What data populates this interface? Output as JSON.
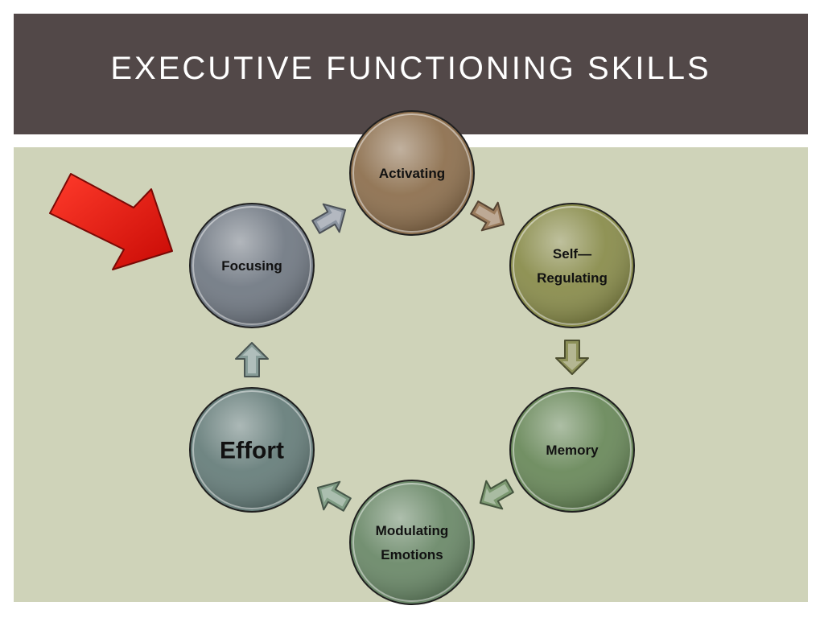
{
  "slide": {
    "title": "EXECUTIVE FUNCTIONING SKILLS"
  },
  "colors": {
    "title_bar": "#524848",
    "content_bg": "#cfd3b9",
    "pointer_arrow": "#e8140f"
  },
  "diagram": {
    "nodes": [
      {
        "id": "activating",
        "lines": [
          "Activating"
        ],
        "color": "#8e7150"
      },
      {
        "id": "self-regulating",
        "lines": [
          "Self—",
          "Regulating"
        ],
        "color": "#8a8d4d"
      },
      {
        "id": "memory",
        "lines": [
          "Memory"
        ],
        "color": "#6b8a5c"
      },
      {
        "id": "modulating-emotions",
        "lines": [
          "Modulating",
          "Emotions"
        ],
        "color": "#6c8a6a"
      },
      {
        "id": "effort",
        "lines": [
          "Effort"
        ],
        "color": "#687f7c"
      },
      {
        "id": "focusing",
        "lines": [
          "Focusing"
        ],
        "color": "#737b85"
      }
    ],
    "connector_arrow_colors": [
      "#9a7b5c",
      "#8c9058",
      "#7b9870",
      "#7f9c84",
      "#869b97",
      "#8a939f"
    ],
    "pointer_target": "focusing"
  }
}
